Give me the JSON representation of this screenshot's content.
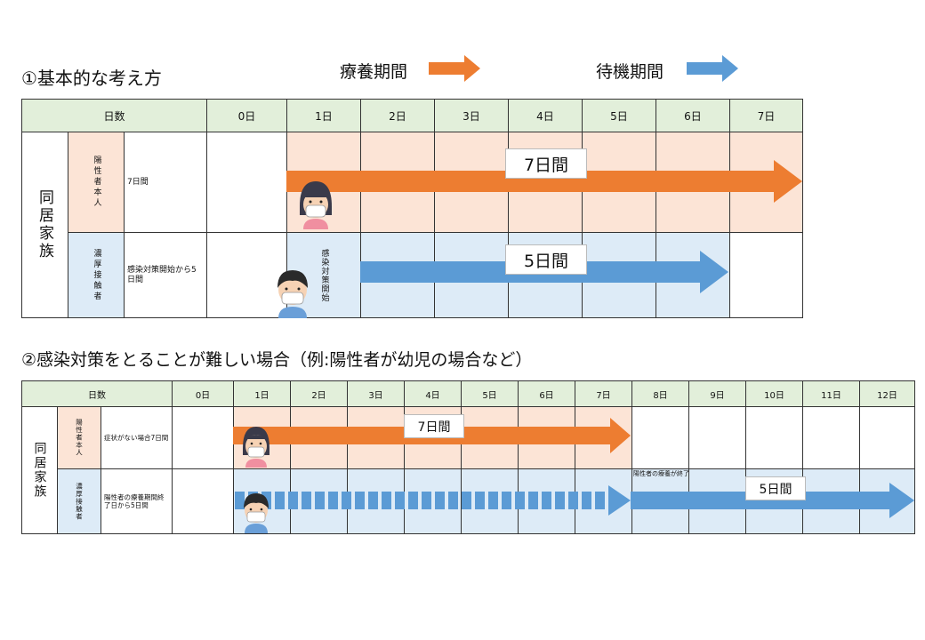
{
  "section1": {
    "title": "①基本的な考え方",
    "legend_treatment": "療養期間",
    "legend_waiting": "待機期間",
    "header_days": "日数",
    "day_labels": [
      "0日",
      "1日",
      "2日",
      "3日",
      "4日",
      "5日",
      "6日",
      "7日"
    ],
    "family_label": "同居家族",
    "positive_label": "陽性者本人",
    "positive_note": "7日間",
    "contact_label": "濃厚接触者",
    "contact_note": "感染対策開始から5日間",
    "contact_start": "感染対策開始",
    "arrow_positive_text": "7日間",
    "arrow_contact_text": "5日間"
  },
  "section2": {
    "title": "②感染対策をとることが難しい場合（例:陽性者が幼児の場合など）",
    "header_days": "日数",
    "day_labels": [
      "0日",
      "1日",
      "2日",
      "3日",
      "4日",
      "5日",
      "6日",
      "7日",
      "8日",
      "9日",
      "10日",
      "11日",
      "12日"
    ],
    "family_label": "同居家族",
    "positive_label": "陽性者本人",
    "positive_note": "症状がない場合7日間",
    "contact_label": "濃厚接触者",
    "contact_note": "陽性者の療養期間終了日から5日間",
    "treatment_end_note": "陽性者の療養が終了",
    "arrow_positive_text": "7日間",
    "arrow_contact_text": "5日間"
  },
  "colors": {
    "orange_arrow": "#ed7d31",
    "blue_arrow": "#5b9bd5",
    "header_green": "#e2efda",
    "pink_fill": "#fce4d6",
    "blue_fill": "#ddebf7"
  },
  "icons": [
    "masked-child-icon",
    "masked-person-icon"
  ]
}
